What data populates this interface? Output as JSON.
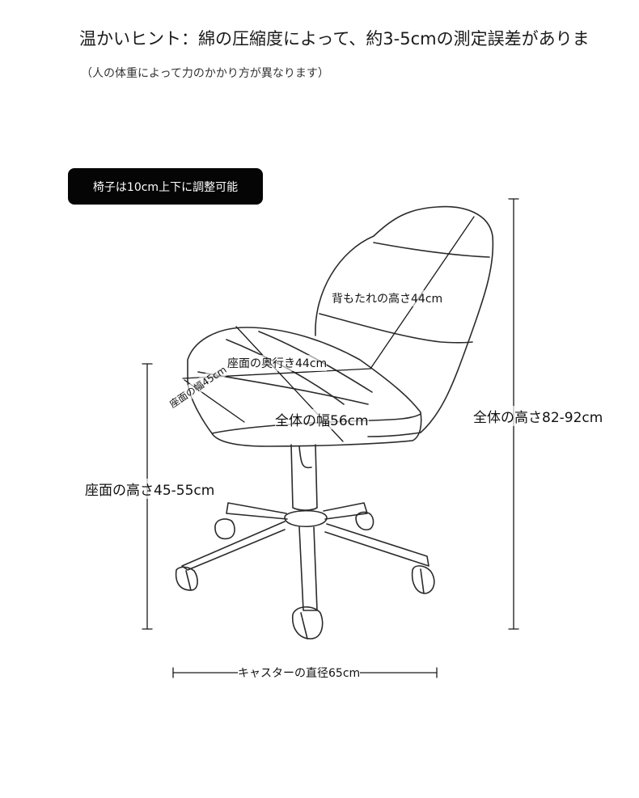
{
  "hint": {
    "title": "温かいヒント：綿の圧縮度によって、約3-5cmの測定誤差がありま",
    "subtitle": "（人の体重によって力のかかり方が異なります）"
  },
  "badge": {
    "text": "椅子は10cm上下に調整可能"
  },
  "dimensions": {
    "backrest_height": "背もたれの高さ44cm",
    "seat_depth": "座面の奥行き44cm",
    "seat_width": "座面の幅45cm",
    "overall_width": "全体の幅56cm",
    "overall_height": "全体の高さ82-92cm",
    "seat_height": "座面の高さ45-55cm",
    "caster_diameter": "キャスターの直径65cm"
  },
  "colors": {
    "line": "#2b2b2b",
    "badge_bg": "#050505",
    "badge_text": "#ffffff"
  }
}
